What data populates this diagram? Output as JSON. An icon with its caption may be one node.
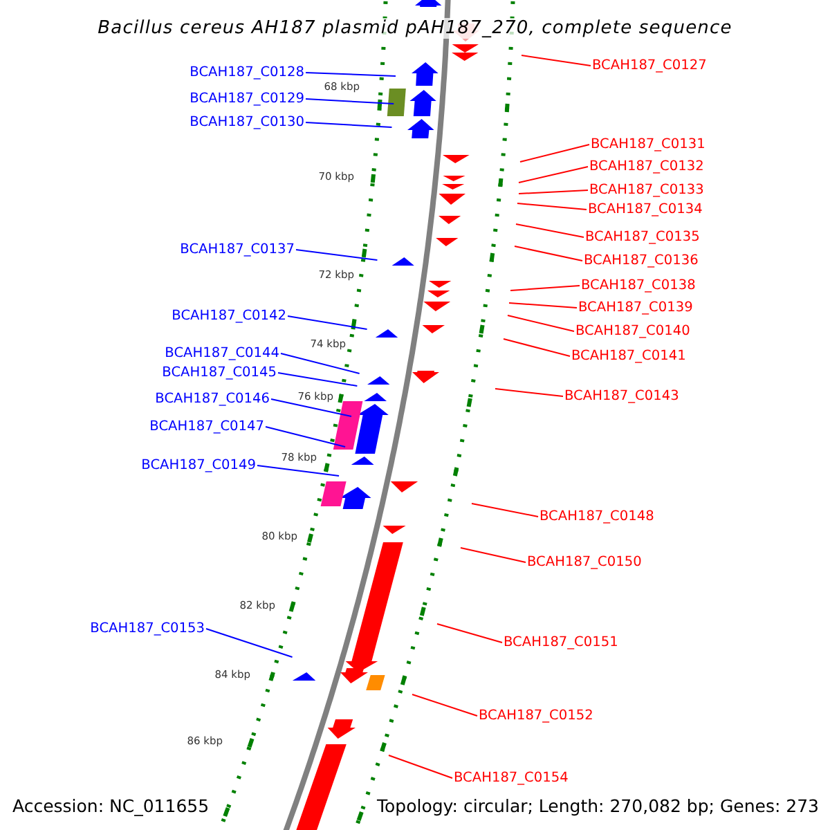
{
  "diagram": {
    "title": "Bacillus cereus AH187 plasmid pAH187_270, complete sequence",
    "nodes": [
      {
        "text": [
          "BCAH187_C0127"
        ]
      },
      {
        "text": [
          "BCAH187_C0128"
        ]
      },
      {
        "text": [
          "BCAH187_C0129"
        ]
      },
      {
        "text": [
          "BCAH187_C0130"
        ]
      },
      {
        "text": [
          "BCAH187_C0131"
        ]
      },
      {
        "text": [
          "BCAH187_C0132"
        ]
      },
      {
        "text": [
          "BCAH187_C0133"
        ]
      },
      {
        "text": [
          "BCAH187_C0134"
        ]
      },
      {
        "text": [
          "BCAH187_C0135"
        ]
      },
      {
        "text": [
          "BCAH187_C0136"
        ]
      },
      {
        "text": [
          "BCAH187_C0137"
        ]
      },
      {
        "text": [
          "BCAH187_C0138"
        ]
      },
      {
        "text": [
          "BCAH187_C0139"
        ]
      },
      {
        "text": [
          "BCAH187_C0140"
        ]
      },
      {
        "text": [
          "BCAH187_C0141"
        ]
      },
      {
        "text": [
          "BCAH187_C0142"
        ]
      },
      {
        "text": [
          "BCAH187_C0143"
        ]
      },
      {
        "text": [
          "BCAH187_C0144"
        ]
      },
      {
        "text": [
          "BCAH187_C0145"
        ]
      },
      {
        "text": [
          "BCAH187_C0146"
        ]
      },
      {
        "text": [
          "BCAH187_C0147"
        ]
      },
      {
        "text": [
          "BCAH187_C0148"
        ]
      },
      {
        "text": [
          "BCAH187_C0149"
        ]
      },
      {
        "text": [
          "BCAH187_C0150"
        ]
      },
      {
        "text": [
          "BCAH187_C0151"
        ]
      },
      {
        "text": [
          "BCAH187_C0152"
        ]
      },
      {
        "text": [
          "BCAH187_C0153"
        ]
      },
      {
        "text": [
          "BCAH187_C0154"
        ]
      }
    ],
    "edges": [
      {
        "from": 0,
        "to": null,
        "arrow": "none"
      },
      {
        "from": 1,
        "to": null,
        "arrow": "none",
        "color": "#0000ff"
      },
      {
        "from": 2,
        "to": null,
        "arrow": "none",
        "color": "#0000ff"
      },
      {
        "from": 3,
        "to": null,
        "arrow": "none",
        "color": "#0000ff"
      },
      {
        "from": 4,
        "to": null,
        "arrow": "none"
      },
      {
        "from": 5,
        "to": null,
        "arrow": "none"
      },
      {
        "from": 6,
        "to": null,
        "arrow": "none"
      },
      {
        "from": 7,
        "to": null,
        "arrow": "none"
      },
      {
        "from": 8,
        "to": null,
        "arrow": "none"
      },
      {
        "from": 9,
        "to": null,
        "arrow": "none"
      },
      {
        "from": 10,
        "to": null,
        "arrow": "none",
        "color": "#0000ff"
      },
      {
        "from": 11,
        "to": null,
        "arrow": "none"
      },
      {
        "from": 12,
        "to": null,
        "arrow": "none"
      },
      {
        "from": 13,
        "to": null,
        "arrow": "none"
      },
      {
        "from": 14,
        "to": null,
        "arrow": "none"
      },
      {
        "from": 15,
        "to": null,
        "arrow": "none",
        "color": "#0000ff"
      },
      {
        "from": 16,
        "to": null,
        "arrow": "none"
      },
      {
        "from": 17,
        "to": null,
        "arrow": "none",
        "color": "#0000ff"
      },
      {
        "from": 18,
        "to": null,
        "arrow": "none",
        "color": "#0000ff"
      },
      {
        "from": 19,
        "to": null,
        "arrow": "none",
        "color": "#0000ff"
      },
      {
        "from": 20,
        "to": null,
        "arrow": "none",
        "color": "#0000ff"
      },
      {
        "from": 21,
        "to": null,
        "arrow": "none"
      },
      {
        "from": 22,
        "to": null,
        "arrow": "none",
        "color": "#0000ff"
      },
      {
        "from": 23,
        "to": null,
        "arrow": "none"
      },
      {
        "from": 24,
        "to": null,
        "arrow": "none"
      },
      {
        "from": 25,
        "to": null,
        "arrow": "none"
      },
      {
        "from": 26,
        "to": null,
        "arrow": "none",
        "color": "#0000ff"
      },
      {
        "from": 27,
        "to": null,
        "arrow": "none"
      }
    ],
    "labels": [
      "68 kbp",
      "70 kbp",
      "72 kbp",
      "74 kbp",
      "76 kbp",
      "78 kbp",
      "80 kbp",
      "82 kbp",
      "84 kbp",
      "86 kbp",
      "Accession: NC_011655",
      "Topology: circular; Length: 270,082 bp; Genes: 273"
    ]
  }
}
